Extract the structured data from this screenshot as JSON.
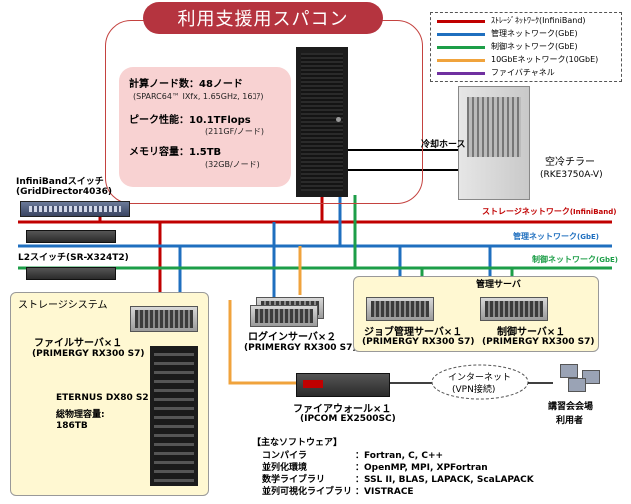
{
  "title": "利用支援用スパコン",
  "specs": {
    "nodes": "計算ノード数：48ノード",
    "nodes_detail": "(SPARC64™ IXfx, 1.65GHz, 16ｺｱ)",
    "peak": "ピーク性能：10.1TFlops",
    "peak_detail": "(211GF/ノード)",
    "memory": "メモリ容量：1.5TB",
    "memory_detail": "(32GB/ノード)"
  },
  "legend": [
    {
      "label": "ｽﾄﾚｰｼﾞﾈｯﾄﾜｰｸ(InfiniBand)",
      "color": "#c00000"
    },
    {
      "label": "管理ネットワーク(GbE)",
      "color": "#1f6fbf"
    },
    {
      "label": "制御ネットワーク(GbE)",
      "color": "#1d9e48"
    },
    {
      "label": "10GbEネットワーク(10GbE)",
      "color": "#f0a33c"
    },
    {
      "label": "ファイバチャネル",
      "color": "#7030a0"
    }
  ],
  "cooling": {
    "hose_label": "冷却ホース",
    "chiller_name": "空冷チラー",
    "chiller_model": "(RKE3750A-V)"
  },
  "switches": {
    "infiniband_name": "InfiniBandスイッチ",
    "infiniband_model": "(GridDirector4036)",
    "l2_name": "L2スイッチ(SR-X324T2)"
  },
  "networks": {
    "storage": "ストレージネットワーク",
    "storage_suffix": "(InfiniBand)",
    "mgmt": "管理ネットワーク",
    "mgmt_suffix": "(GbE)",
    "ctrl": "制御ネットワーク",
    "ctrl_suffix": "(GbE)"
  },
  "storage_system": {
    "title": "ストレージシステム",
    "file_server": "ファイルサーバ×１",
    "file_server_model": "(PRIMERGY RX300 S7)",
    "eternus_name": "ETERNUS DX80 S2",
    "capacity_label": "総物理容量:",
    "capacity_value": "186TB"
  },
  "login_server": {
    "name": "ログインサーバ×２",
    "model": "(PRIMERGY RX300 S7)"
  },
  "mgmt_servers": {
    "title": "管理サーバ",
    "job": "ジョブ管理サーバ×１",
    "job_model": "(PRIMERGY RX300 S7)",
    "control": "制御サーバ×１",
    "control_model": "(PRIMERGY RX300 S7)"
  },
  "firewall": {
    "name": "ファイアウォール×１",
    "model": "(IPCOM EX2500SC)"
  },
  "internet": {
    "label": "インターネット",
    "vpn": "(VPN接続)"
  },
  "users": {
    "line1": "講習会会場",
    "line2": "利用者"
  },
  "software": {
    "heading": "【主なソフトウェア】",
    "rows": [
      {
        "label": "コンパイラ",
        "value": "：Fortran, C, C++"
      },
      {
        "label": "並列化環境",
        "value": "：OpenMP, MPI, XPFortran"
      },
      {
        "label": "数学ライブラリ",
        "value": "：SSL II, BLAS, LAPACK, ScaLAPACK"
      },
      {
        "label": "並列可視化ライブラリ",
        "value": "：VISTRACE"
      }
    ]
  }
}
